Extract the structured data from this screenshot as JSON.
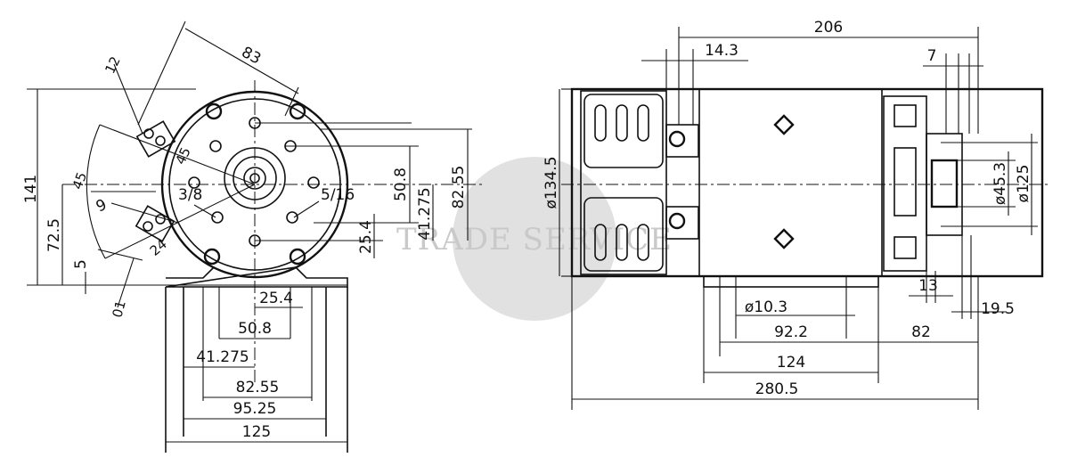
{
  "front_view": {
    "dims": {
      "d83": "83",
      "d12": "12",
      "d45": "45",
      "d9": "9",
      "d5": "5",
      "d24": "24",
      "d141": "141",
      "d72_5": "72.5",
      "d3_8": "3/8",
      "d5_16": "5/16",
      "d50_8v": "50.8",
      "d41_275v": "41.275",
      "d82_55v": "82.55",
      "d25_4v": "25.4",
      "d25_4h": "25.4",
      "d50_8h": "50.8",
      "d41_275h": "41.275",
      "d82_55h": "82.55",
      "d95_25": "95.25",
      "d125": "125",
      "d01": "01"
    }
  },
  "side_view": {
    "dims": {
      "d206": "206",
      "d14_3": "14.3",
      "d7": "7",
      "d134_5": "ø134.5",
      "d45_3": "ø45.3",
      "d125": "ø125",
      "d13": "13",
      "d19_5": "19.5",
      "d10_3": "ø10.3",
      "d92_2": "92.2",
      "d82": "82",
      "d124": "124",
      "d280_5": "280.5"
    }
  },
  "watermark": {
    "text": "TRADE SERVICE",
    "color": "#d3d3d3"
  }
}
